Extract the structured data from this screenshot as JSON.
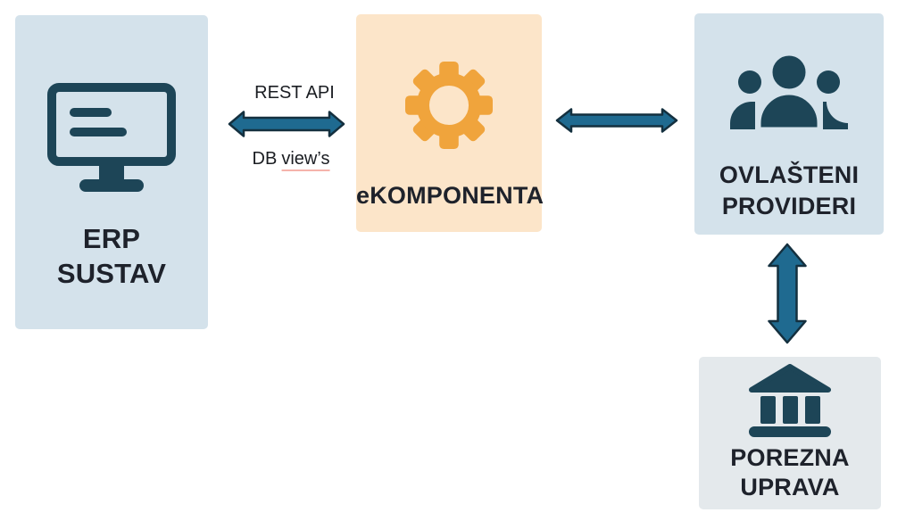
{
  "diagram": {
    "title": "eKomponenta architecture diagram",
    "nodes": {
      "erp": {
        "label": "ERP\nSUSTAV",
        "icon": "monitor-icon"
      },
      "ekomponenta": {
        "label": "eKOMPONENTA",
        "icon": "gear-icon"
      },
      "provideri": {
        "label": "OVLAŠTENI\nPROVIDERI",
        "icon": "people-icon"
      },
      "porezna": {
        "label": "POREZNA\nUPRAVA",
        "icon": "bank-icon"
      }
    },
    "connections": {
      "erp_ekomponenta": {
        "top_label": "REST API",
        "bottom_label_prefix": "DB",
        "bottom_label_underlined": "view’s",
        "type": "bidirectional-arrow"
      },
      "ekomponenta_provideri": {
        "type": "bidirectional-arrow"
      },
      "provideri_porezna": {
        "type": "bidirectional-arrow"
      }
    },
    "colors": {
      "box_blue": "#d4e2eb",
      "box_orange": "#fce5c9",
      "box_gray": "#e4e9ec",
      "icon_dark": "#1d4557",
      "gear_orange": "#f0a43c",
      "arrow_fill": "#1f6a90",
      "arrow_stroke": "#14303f",
      "text_dark": "#1e222b",
      "spellcheck_underline": "#f5b3ab",
      "background": "#ffffff"
    }
  }
}
